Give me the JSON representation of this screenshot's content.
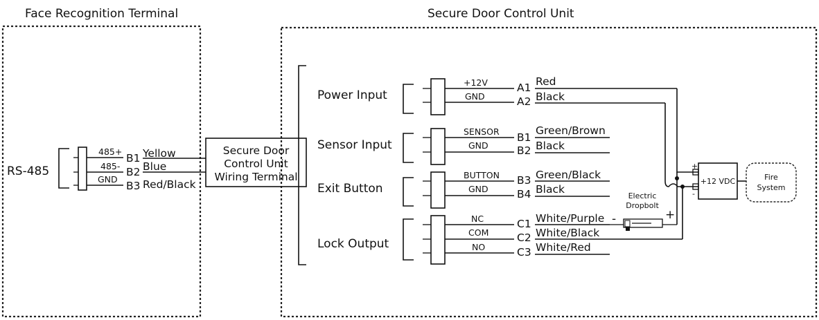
{
  "terminal": {
    "title": "Face Recognition Terminal",
    "port_label": "RS-485",
    "pins": [
      {
        "signal": "485+",
        "terminal": "B1",
        "wire": "Yellow"
      },
      {
        "signal": "485-",
        "terminal": "B2",
        "wire": "Blue"
      },
      {
        "signal": "GND",
        "terminal": "B3",
        "wire": "Red/Black"
      }
    ]
  },
  "wiring_terminal": {
    "lines": [
      "Secure Door",
      "Control Unit",
      "Wiring Terminal"
    ]
  },
  "control_unit": {
    "title": "Secure Door Control Unit",
    "groups": [
      {
        "name": "Power Input",
        "pins": [
          {
            "signal": "+12V",
            "terminal": "A1",
            "wire": "Red"
          },
          {
            "signal": "GND",
            "terminal": "A2",
            "wire": "Black"
          }
        ]
      },
      {
        "name": "Sensor Input",
        "pins": [
          {
            "signal": "SENSOR",
            "terminal": "B1",
            "wire": "Green/Brown"
          },
          {
            "signal": "GND",
            "terminal": "B2",
            "wire": "Black"
          }
        ]
      },
      {
        "name": "Exit Button",
        "pins": [
          {
            "signal": "BUTTON",
            "terminal": "B3",
            "wire": "Green/Black"
          },
          {
            "signal": "GND",
            "terminal": "B4",
            "wire": "Black"
          }
        ]
      },
      {
        "name": "Lock Output",
        "pins": [
          {
            "signal": "NC",
            "terminal": "C1",
            "wire": "White/Purple"
          },
          {
            "signal": "COM",
            "terminal": "C2",
            "wire": "White/Black"
          },
          {
            "signal": "NO",
            "terminal": "C3",
            "wire": "White/Red"
          }
        ]
      }
    ]
  },
  "dropbolt": {
    "lines": [
      "Electric",
      "Dropbolt"
    ],
    "minus": "-",
    "plus": "+"
  },
  "psu": {
    "label": "+12 VDC",
    "plus": "+",
    "minus": "-"
  },
  "fire_system": {
    "lines": [
      "Fire",
      "System"
    ]
  }
}
